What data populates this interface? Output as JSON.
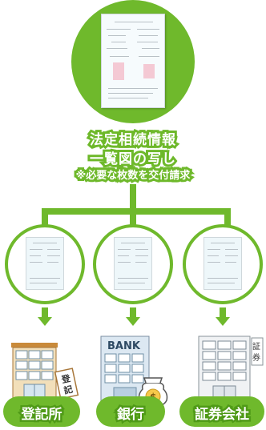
{
  "main": {
    "title_line1": "法定相続情報",
    "title_line2": "一覧図の写し",
    "note": "※必要な枚数を交付請求"
  },
  "destinations": [
    {
      "label": "登記所",
      "sign_char1": "登",
      "sign_char2": "記",
      "icon": "municipal-building-icon"
    },
    {
      "label": "銀行",
      "bank_sign": "BANK",
      "coin_symbol": "$",
      "icon": "bank-building-icon"
    },
    {
      "label": "証券会社",
      "sign_char1": "証",
      "sign_char2": "券",
      "icon": "office-building-icon"
    }
  ],
  "colors": {
    "green": "#6fb92c",
    "dark_green": "#4f9a17",
    "orange": "#d98a38"
  }
}
